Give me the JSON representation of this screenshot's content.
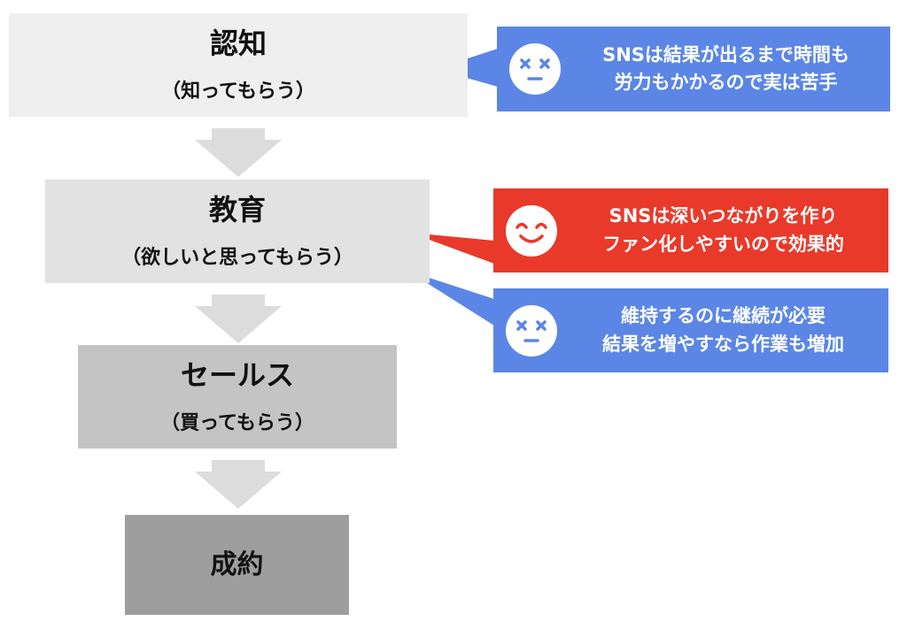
{
  "stages": [
    {
      "title": "認知",
      "subtitle": "（知ってもらう）"
    },
    {
      "title": "教育",
      "subtitle": "（欲しいと思ってもらう）"
    },
    {
      "title": "セールス",
      "subtitle": "（買ってもらう）"
    },
    {
      "title": "成約"
    }
  ],
  "callouts": [
    {
      "tone": "negative",
      "face_icon": "dizzy-face-icon",
      "color": "#5b86e5",
      "lines": [
        "SNSは結果が出るまで時間も",
        "労力もかかるので実は苦手"
      ]
    },
    {
      "tone": "positive",
      "face_icon": "smiling-face-icon",
      "color": "#e9392a",
      "lines": [
        "SNSは深いつながりを作り",
        "ファン化しやすいので効果的"
      ]
    },
    {
      "tone": "negative",
      "face_icon": "dizzy-face-icon",
      "color": "#5b86e5",
      "lines": [
        "維持するのに継続が必要",
        "結果を増やすなら作業も増加"
      ]
    }
  ],
  "colors": {
    "arrow": "#dcdcdc",
    "box1": "#efefef",
    "box2": "#e2e2e2",
    "box3": "#c4c4c4",
    "box4": "#9e9e9e"
  }
}
